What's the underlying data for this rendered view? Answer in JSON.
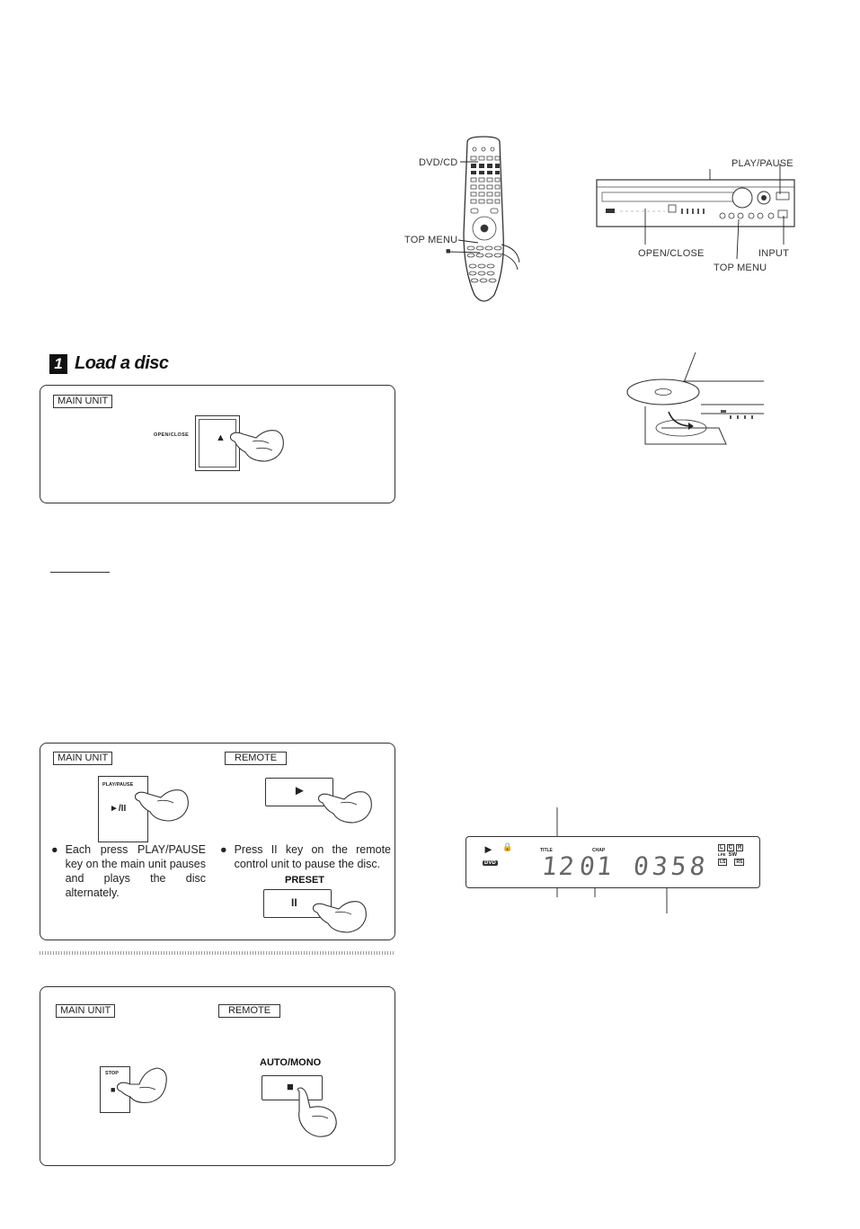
{
  "remote_fig": {
    "label_dvdcd": "DVD/CD",
    "label_topmenu": "TOP MENU",
    "label_stop_glyph": "■"
  },
  "unit_fig": {
    "label_playpause": "PLAY/PAUSE",
    "label_openclose": "OPEN/CLOSE",
    "label_input": "INPUT",
    "label_topmenu": "TOP MENU"
  },
  "step1": {
    "number": "1",
    "title": "Load a disc",
    "tag": "MAIN UNIT",
    "key_label": "OPEN/CLOSE",
    "key_glyph": "▲"
  },
  "play_box": {
    "tag_main": "MAIN UNIT",
    "tag_remote": "REMOTE",
    "main_key_label": "PLAY/PAUSE",
    "main_key_glyph": "►/II",
    "remote_play_glyph": "►",
    "bullet_main": "Each press PLAY/PAUSE key on the main unit pauses and plays the disc alternately.",
    "bullet_remote": "Press II key on the remote control unit to pause the disc.",
    "preset_label": "PRESET",
    "pause_glyph": "II"
  },
  "stop_box": {
    "tag_main": "MAIN UNIT",
    "tag_remote": "REMOTE",
    "main_key_label": "STOP",
    "stop_glyph": "■",
    "auto_mono_label": "AUTO/MONO"
  },
  "display": {
    "play_glyph": "►",
    "lock_glyph": "🔒",
    "dvd_badge": "DVD",
    "title_label": "TITLE",
    "chap_label": "CHAP",
    "title_digits": "12",
    "chap_digits": "01",
    "time_digits": "0358",
    "lfe_label": "LFE",
    "sw_label": "SW",
    "ch_l": "L",
    "ch_c": "C",
    "ch_r": "R",
    "ch_ls": "LS",
    "ch_rs": "RS"
  }
}
